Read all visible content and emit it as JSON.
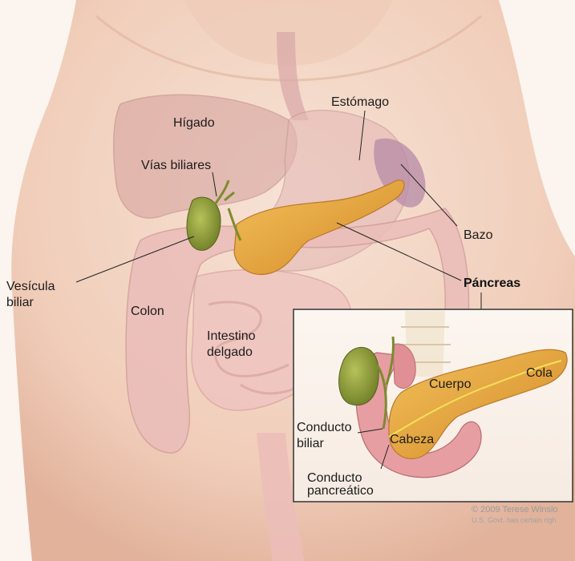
{
  "main_labels": {
    "higado": "Hígado",
    "estomago": "Estómago",
    "vias_biliares": "Vías biliares",
    "bazo": "Bazo",
    "vesicula_line1": "Vesícula",
    "vesicula_line2": "biliar",
    "pancreas": "Páncreas",
    "colon": "Colon",
    "intestino_line1": "Intestino",
    "intestino_line2": "delgado"
  },
  "inset_labels": {
    "cuerpo": "Cuerpo",
    "cola": "Cola",
    "conducto_biliar_line1": "Conducto",
    "conducto_biliar_line2": "biliar",
    "cabeza": "Cabeza",
    "conducto_pancreatico_line1": "Conducto",
    "conducto_pancreatico_line2": "pancreático"
  },
  "credit": {
    "line1": "© 2009 Terese Winslo",
    "line2": "U.S. Govt. has certain righ"
  },
  "colors": {
    "skin": "#f3d8c8",
    "liver": "#d7a6a0",
    "pancreas": "#e8a83c",
    "gallbladder": "#8c9a3a",
    "intestine": "#e9b7b3",
    "spleen": "#b88aa8"
  }
}
